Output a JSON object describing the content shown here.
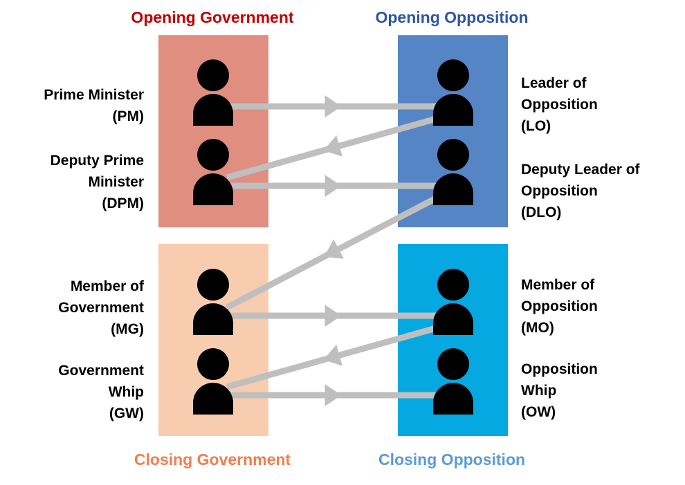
{
  "teams": {
    "og": {
      "title": "Opening Government",
      "title_color": "#C00000",
      "box_color": "#E08E80"
    },
    "oo": {
      "title": "Opening Opposition",
      "title_color": "#2F55A4",
      "box_color": "#5585C5"
    },
    "cg": {
      "title": "Closing Government",
      "title_color": "#F07E50",
      "box_color": "#F8CCAE"
    },
    "co": {
      "title": "Closing Opposition",
      "title_color": "#5B9BD5",
      "box_color": "#05A8E0"
    }
  },
  "roles": {
    "pm": {
      "label": "Prime Minister\n(PM)"
    },
    "dpm": {
      "label": "Deputy Prime\nMinister\n(DPM)"
    },
    "mg": {
      "label": "Member of\nGovernment\n(MG)"
    },
    "gw": {
      "label": "Government\nWhip\n(GW)"
    },
    "lo": {
      "label": "Leader of\nOpposition\n(LO)"
    },
    "dlo": {
      "label": "Deputy Leader of\nOpposition\n(DLO)"
    },
    "mo": {
      "label": "Member of\nOpposition\n(MO)"
    },
    "ow": {
      "label": "Opposition\nWhip\n(OW)"
    }
  },
  "speaking_order": [
    "pm",
    "lo",
    "dpm",
    "dlo",
    "mg",
    "mo",
    "gw",
    "ow"
  ],
  "arrow_color": "#BFBFBF",
  "person_color": "#000000"
}
